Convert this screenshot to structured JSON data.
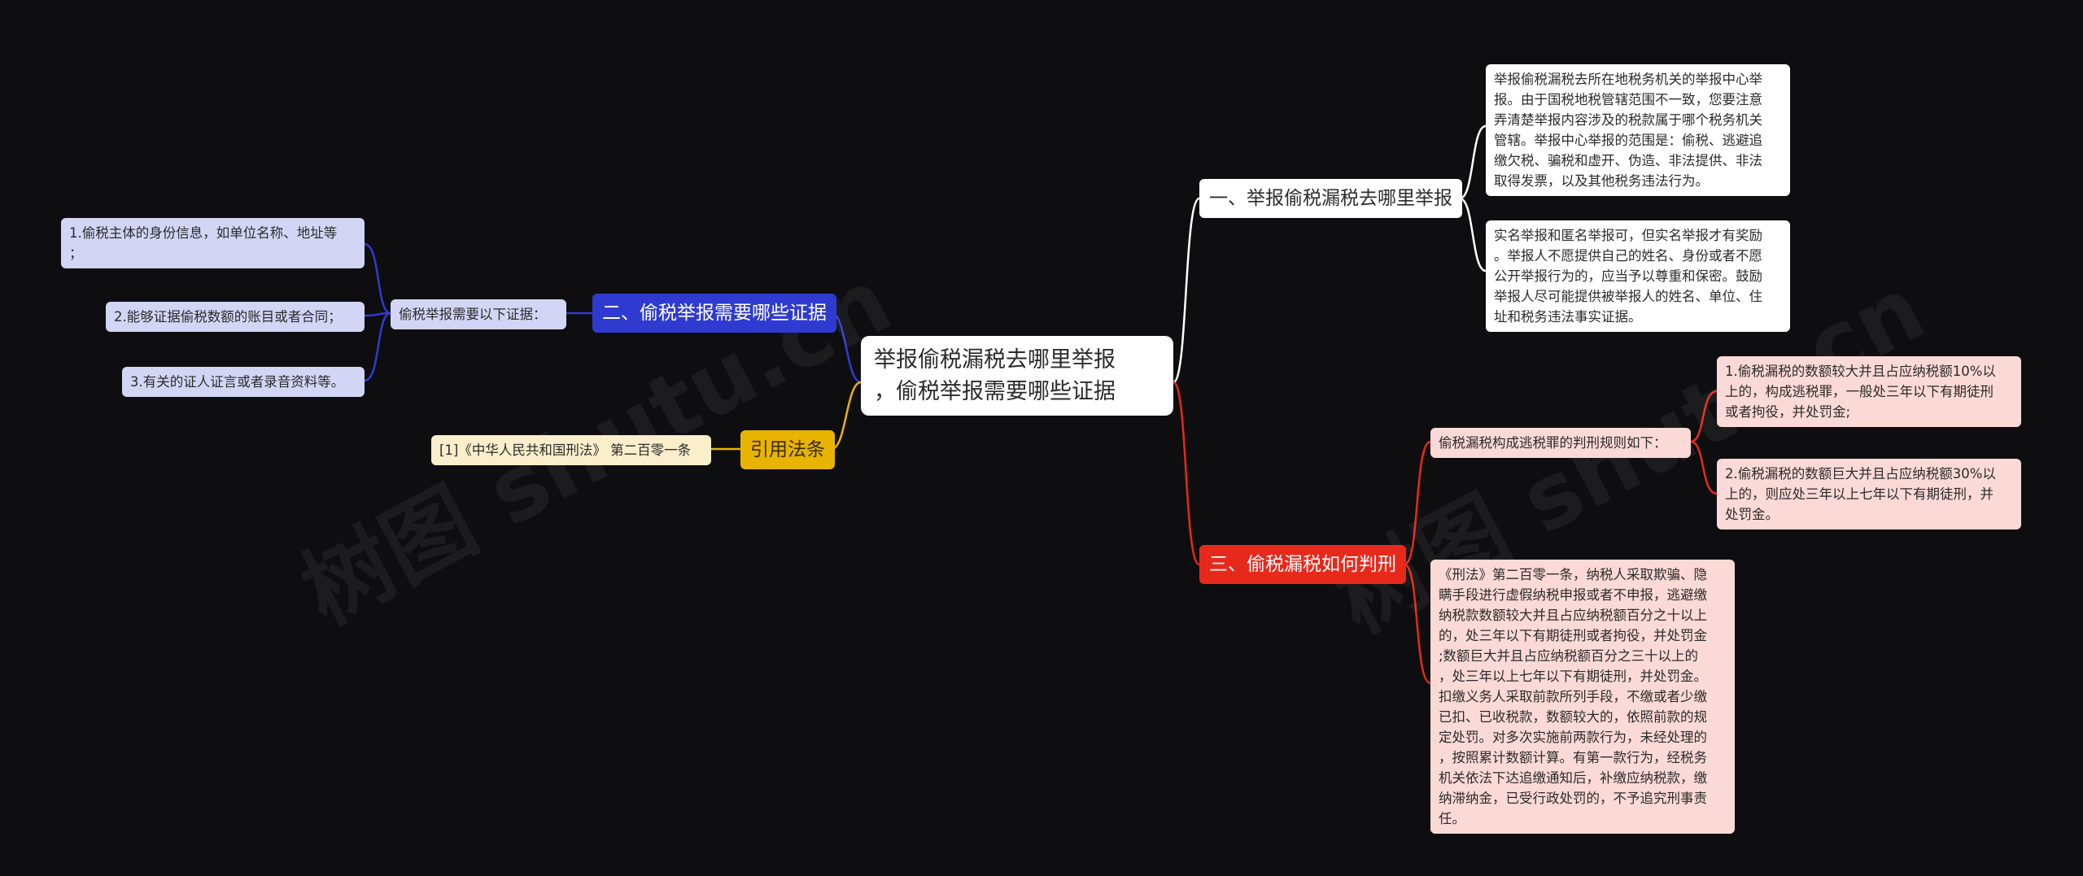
{
  "mindmap": {
    "root": "举报偷税漏税去哪里举报\n，偷税举报需要哪些证据",
    "branch_evidence": {
      "title": "二、偷税举报需要哪些证据",
      "intro": "偷税举报需要以下证据：",
      "items": [
        "1.偷税主体的身份信息，如单位名称、地址等\n；",
        "2.能够证据偷税数额的账目或者合同；",
        "3.有关的证人证言或者录音资料等。"
      ]
    },
    "branch_law": {
      "title": "引用法条",
      "item": "[1]《中华人民共和国刑法》 第二百零一条"
    },
    "branch_where": {
      "title": "一、举报偷税漏税去哪里举报",
      "items": [
        "举报偷税漏税去所在地税务机关的举报中心举\n报。由于国税地税管辖范围不一致，您要注意\n弄清楚举报内容涉及的税款属于哪个税务机关\n管辖。举报中心举报的范围是：偷税、逃避追\n缴欠税、骗税和虚开、伪造、非法提供、非法\n取得发票，以及其他税务违法行为。",
        "实名举报和匿名举报可，但实名举报才有奖励\n。举报人不愿提供自己的姓名、身份或者不愿\n公开举报行为的，应当予以尊重和保密。鼓励\n举报人尽可能提供被举报人的姓名、单位、住\n址和税务违法事实证据。"
      ]
    },
    "branch_penalty": {
      "title": "三、偷税漏税如何判刑",
      "intro": "偷税漏税构成逃税罪的判刑规则如下：",
      "rules": [
        "1.偷税漏税的数额较大并且占应纳税额10%以\n上的，构成逃税罪，一般处三年以下有期徒刑\n或者拘役，并处罚金;",
        "2.偷税漏税的数额巨大并且占应纳税额30%以\n上的，则应处三年以上七年以下有期徒刑，并\n处罚金。"
      ],
      "law_text": "《刑法》第二百零一条，纳税人采取欺骗、隐\n瞒手段进行虚假纳税申报或者不申报，逃避缴\n纳税款数额较大并且占应纳税额百分之十以上\n的，处三年以下有期徒刑或者拘役，并处罚金\n;数额巨大并且占应纳税额百分之三十以上的\n，处三年以上七年以下有期徒刑，并处罚金。\n扣缴义务人采取前款所列手段，不缴或者少缴\n已扣、已收税款，数额较大的，依照前款的规\n定处罚。对多次实施前两款行为，未经处理的\n，按照累计数额计算。有第一款行为，经税务\n机关依法下达追缴通知后，补缴应纳税款，缴\n纳滞纳金，已受行政处罚的，不予追究刑事责\n任。"
    }
  },
  "colors": {
    "background": "#0e0e10",
    "blue": "#2f3bd0",
    "yellow": "#e8b400",
    "red": "#e7291c",
    "white": "#ffffff"
  }
}
